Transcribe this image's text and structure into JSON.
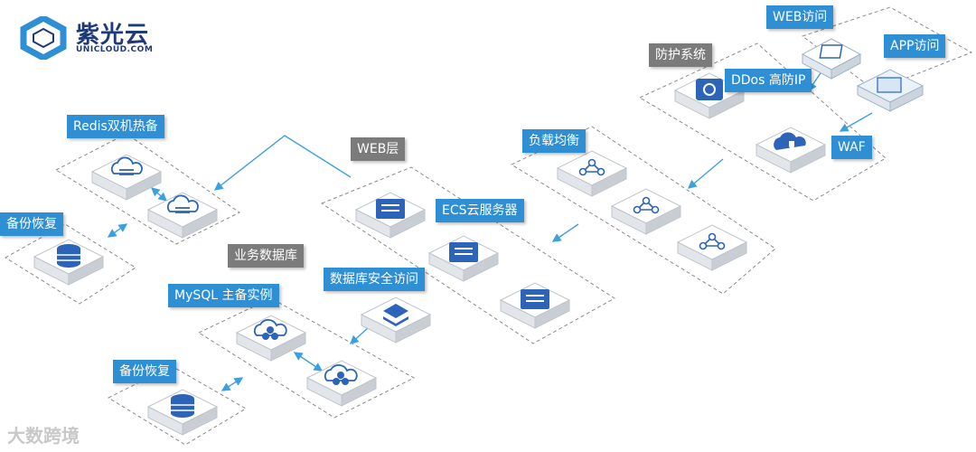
{
  "brand": {
    "name": "紫光云",
    "sub": "UNICLOUD.COM"
  },
  "labels": {
    "web_access": "WEB访问",
    "app_access": "APP访问",
    "protection": "防护系统",
    "ddos": "DDos 高防IP",
    "waf": "WAF",
    "load_balance": "负载均衡",
    "web_layer": "WEB层",
    "ecs": "ECS云服务器",
    "redis": "Redis双机热备",
    "backup_top": "备份恢复",
    "db_layer": "业务数据库",
    "db_secure": "数据库安全访问",
    "mysql": "MySQL  主备实例",
    "backup_bottom": "备份恢复"
  },
  "watermark": "大数跨境",
  "colors": {
    "label_blue": "#2f8fd5",
    "label_gray": "#7b7b7b",
    "icon_blue": "#2b64b8",
    "arrow": "#3aa0de"
  }
}
